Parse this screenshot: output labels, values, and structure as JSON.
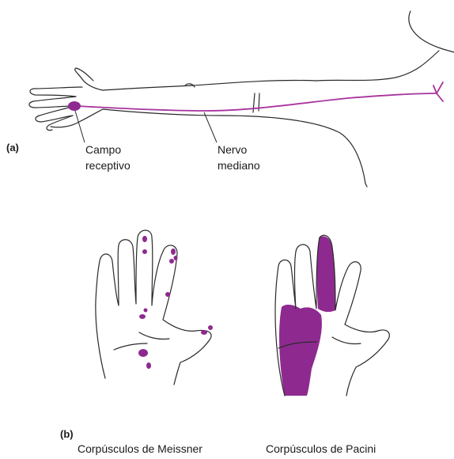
{
  "colors": {
    "outline": "#2a2a2a",
    "nerve": "#a8349f",
    "receptive_field": "#8e2a8f"
  },
  "panel_a": {
    "tag": "(a)",
    "receptive_field_label_line1": "Campo",
    "receptive_field_label_line2": "receptivo",
    "nerve_label_line1": "Nervo",
    "nerve_label_line2": "mediano"
  },
  "panel_b": {
    "tag": "(b)",
    "left_caption": "Corpúsculos de Meissner",
    "right_caption": "Corpúsculos de Pacini"
  }
}
